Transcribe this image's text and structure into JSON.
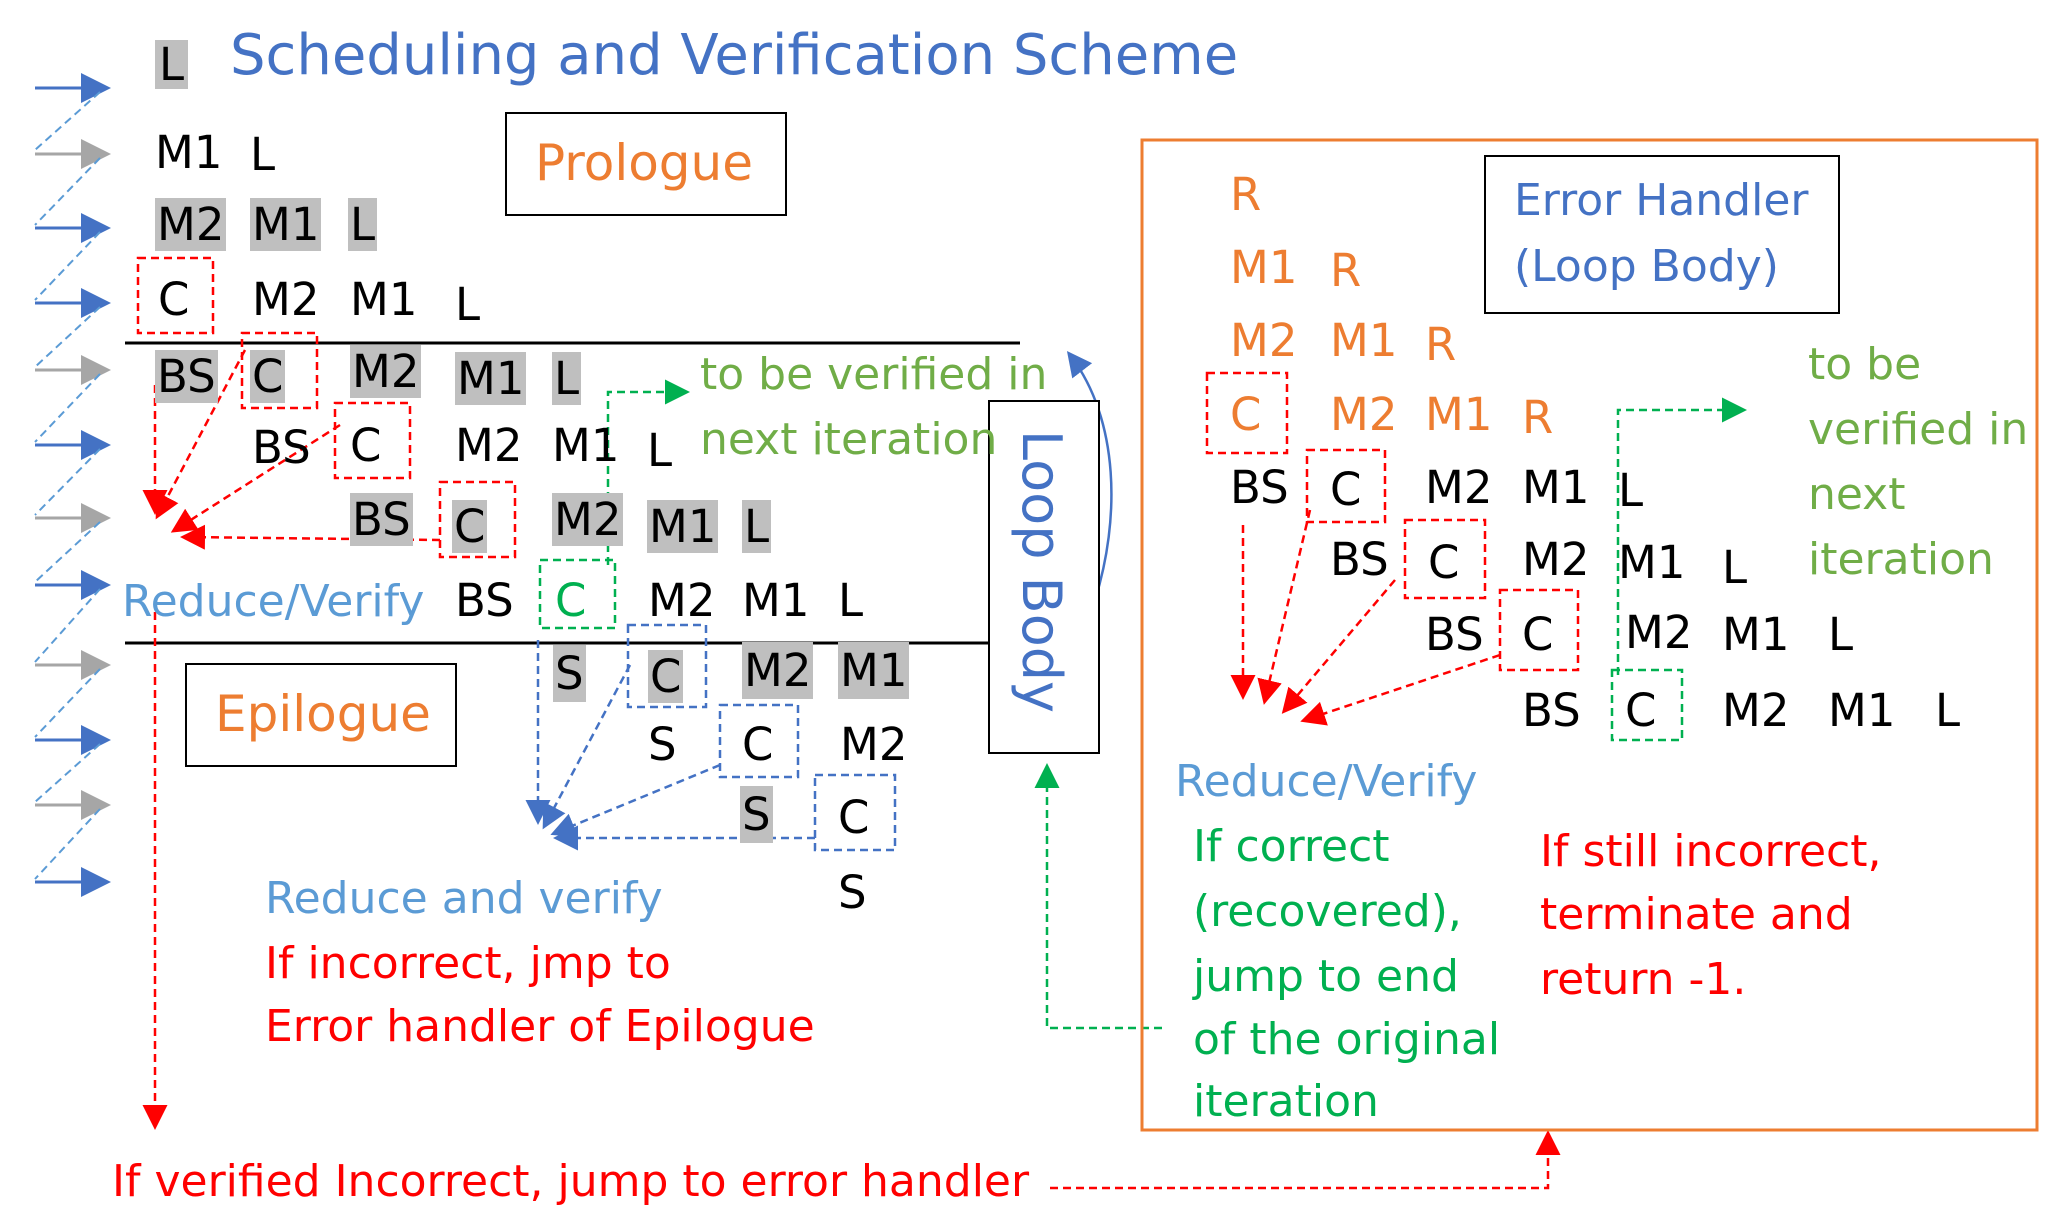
{
  "title": "Scheduling and Verification Scheme",
  "labels": {
    "prologue": "Prologue",
    "epilogue": "Epilogue",
    "loop_body": "Loop Body",
    "error_handler_line1": "Error Handler",
    "error_handler_line2": "(Loop Body)",
    "verify_next_line1": "to be verified in",
    "verify_next_line2": "next iteration",
    "verify_next_eh_1": "to be",
    "verify_next_eh_2": "verified in",
    "verify_next_eh_3": "next",
    "verify_next_eh_4": "iteration",
    "reduce_verify": "Reduce/Verify",
    "reduce_verify_eh": "Reduce/Verify",
    "reduce_and_verify": "Reduce and verify",
    "if_incorrect_1": "If incorrect, jmp to",
    "if_incorrect_2": "Error handler of Epilogue",
    "if_correct_1": "If correct",
    "if_correct_2": "(recovered),",
    "if_correct_3": "jump to end",
    "if_correct_4": "of the original",
    "if_correct_5": "iteration",
    "still_incorrect_1": "If still incorrect,",
    "still_incorrect_2": "terminate and",
    "still_incorrect_3": "return -1.",
    "verified_incorrect": "If verified Incorrect, jump to error handler"
  },
  "tokens": {
    "L": "L",
    "M1": "M1",
    "M2": "M2",
    "C": "C",
    "BS": "BS",
    "S": "S",
    "R": "R"
  },
  "colors": {
    "title": "#4472c4",
    "orange": "#ed7d31",
    "green": "#00b050",
    "green_text": "#70ad47",
    "red": "#ff0000",
    "blue_light": "#5b9bd5",
    "gray_arrow": "#a6a6a6",
    "highlight": "#bfbfbf"
  }
}
